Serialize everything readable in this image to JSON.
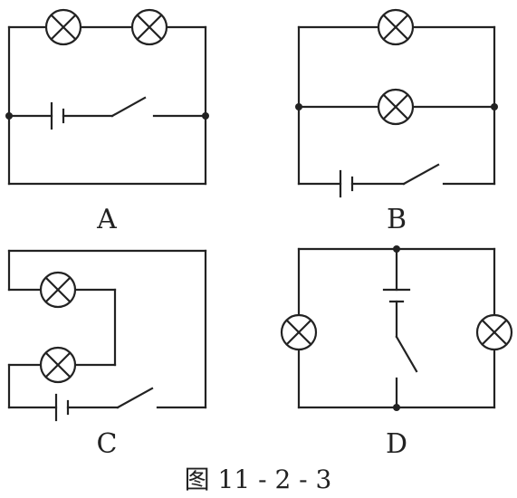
{
  "circuits": {
    "a": {
      "label": "A"
    },
    "b": {
      "label": "B"
    },
    "c": {
      "label": "C"
    },
    "d": {
      "label": "D"
    }
  },
  "caption": "图 11 - 2 - 3"
}
